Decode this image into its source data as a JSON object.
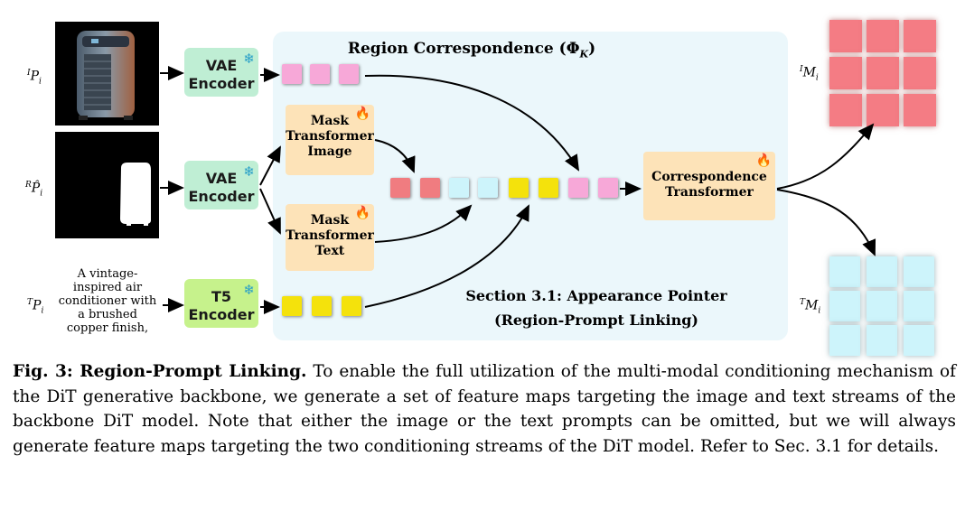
{
  "figure": {
    "region_title": "Region Correspondence (Φ",
    "region_title_sub": "K",
    "region_title_end": ")",
    "section_line1": "Section 3.1: Appearance Pointer",
    "section_line2": "(Region-Prompt Linking)"
  },
  "inputs": {
    "ip_label": "P",
    "ip_sup": "I",
    "ip_sub": "i",
    "rp_label": "P̂",
    "rp_sup": "R",
    "rp_sub": "i",
    "tp_label": "P",
    "tp_sup": "T",
    "tp_sub": "i",
    "prompt_lines": [
      "A vintage-",
      "inspired air",
      "conditioner with",
      "a brushed",
      "copper finish,"
    ]
  },
  "encoders": {
    "vae1_line1": "VAE",
    "vae1_line2": "Encoder",
    "vae2_line1": "VAE",
    "vae2_line2": "Encoder",
    "t5_line1": "T5",
    "t5_line2": "Encoder"
  },
  "transformers": {
    "mask_image": [
      "Mask",
      "Transformer",
      "Image"
    ],
    "mask_text": [
      "Mask",
      "Transformer",
      "Text"
    ],
    "corr": [
      "Correspondence",
      "Transformer"
    ]
  },
  "outputs": {
    "im_label": "M",
    "im_sup": "I",
    "im_sub": "i",
    "tm_label": "M",
    "tm_sup": "T",
    "tm_sub": "i"
  },
  "icons": {
    "frozen": "snowflake-icon",
    "trainable": "fire-icon"
  },
  "colors": {
    "region_bg": "#ebf7fb",
    "vae": "#bfeed4",
    "t5": "#c6f28c",
    "transformer": "#fde3b8",
    "token_pink": "#f7a8d8",
    "token_yellow": "#f4e20c",
    "token_red": "#f07c80",
    "token_cyan": "#cdf4fb"
  },
  "caption": {
    "label": "Fig. 3: Region-Prompt Linking.",
    "text": " To enable the full utilization of the multi-modal conditioning mechanism of the DiT generative backbone, we generate a set of feature maps targeting the image and text streams of the backbone DiT model. Note that either the image or the text prompts can be omitted, but we will always generate feature maps targeting the two conditioning streams of the DiT model. Refer to Sec. 3.1 for details."
  }
}
